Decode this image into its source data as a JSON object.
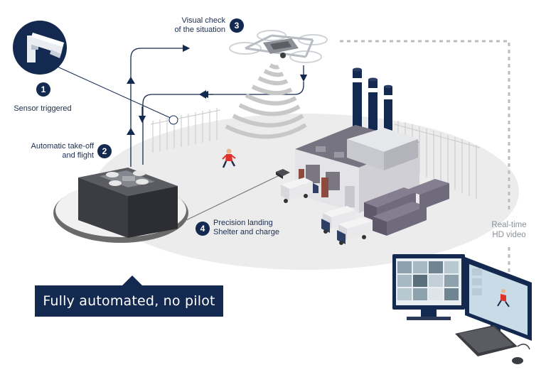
{
  "steps": [
    {
      "number": "1",
      "text": "Sensor triggered"
    },
    {
      "number": "2",
      "line1": "Automatic take-off",
      "line2": "and flight"
    },
    {
      "number": "3",
      "line1": "Visual check",
      "line2": "of the situation"
    },
    {
      "number": "4",
      "line1": "Precision landing",
      "line2": "Shelter and charge"
    }
  ],
  "video_label": {
    "line1": "Real-time",
    "line2": "HD video"
  },
  "banner": "Fully automated, no pilot",
  "colors": {
    "navy": "#14294f",
    "ground": "#ececec",
    "dark_gray": "#3b3d42",
    "purple_gray": "#6f6a78",
    "signal": "#9a9a9a"
  },
  "icons": [
    "security-camera-icon",
    "drone-icon",
    "drone-shelter-icon",
    "factory-icon",
    "truck-icon",
    "person-icon",
    "monitor-icon",
    "keyboard-icon",
    "mouse-icon"
  ]
}
